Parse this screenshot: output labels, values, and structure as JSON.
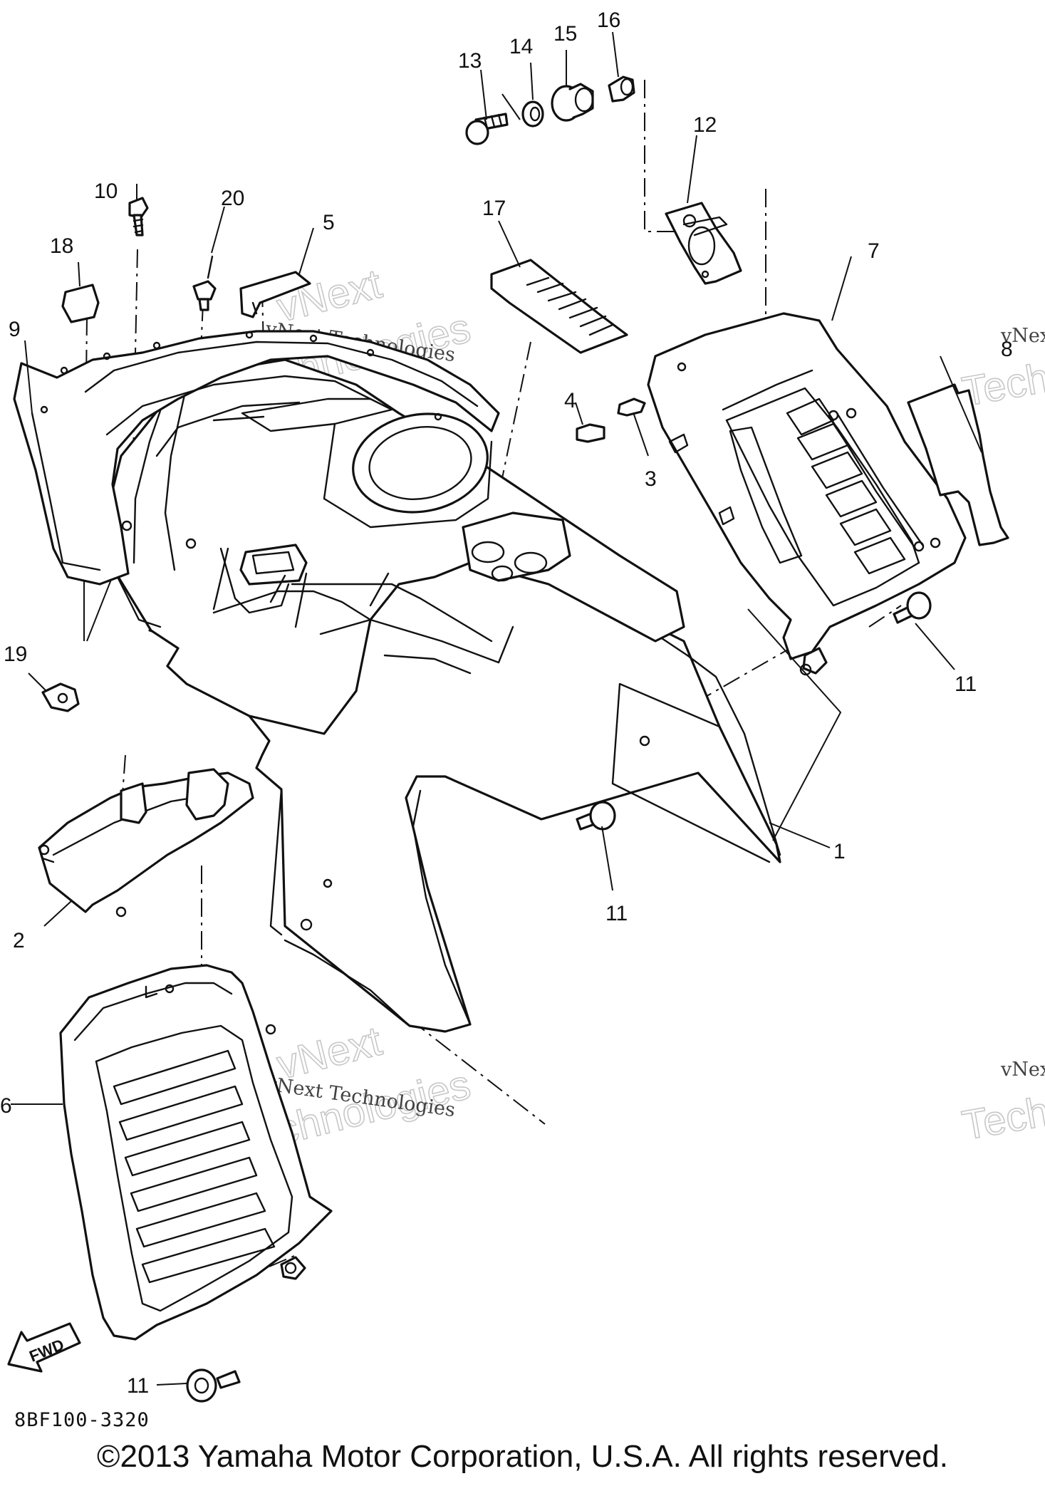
{
  "diagram": {
    "callouts": {
      "c1": "1",
      "c2": "2",
      "c3": "3",
      "c4": "4",
      "c5": "5",
      "c6": "6",
      "c7": "7",
      "c8": "8",
      "c9": "9",
      "c10": "10",
      "c11a": "11",
      "c11b": "11",
      "c11c": "11",
      "c12": "12",
      "c13": "13",
      "c14": "14",
      "c15": "15",
      "c16": "16",
      "c17": "17",
      "c18": "18",
      "c19": "19",
      "c20": "20"
    },
    "watermarks": {
      "small_1": "vNext Technologies",
      "small_2": "vNext Technologies",
      "small_3": "vNext",
      "small_4": "vNext",
      "big_1": "Technologies",
      "big_2": "vNext",
      "big_3": "Technologies",
      "big_4": "vNext",
      "big_5": "Techn",
      "big_6": "Techn"
    },
    "fwd_label": "FWD",
    "code": "8BF100-3320",
    "copyright": "©2013 Yamaha Motor Corporation, U.S.A. All rights reserved."
  }
}
